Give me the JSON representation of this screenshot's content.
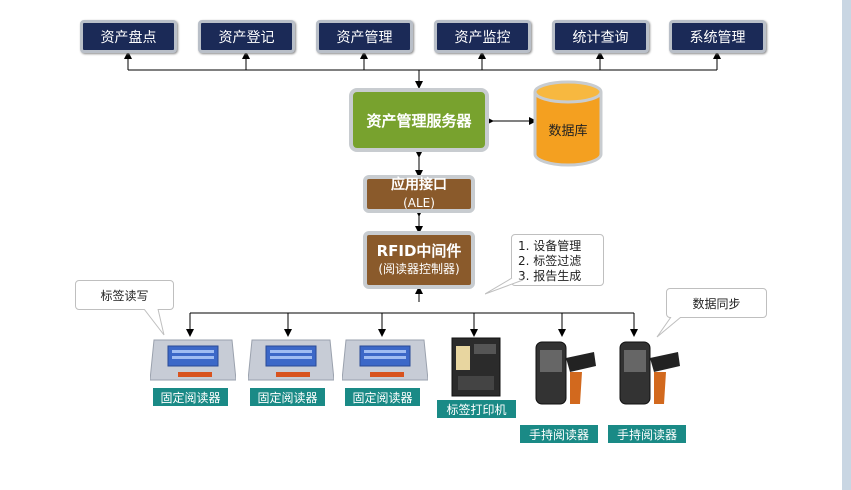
{
  "top_modules": [
    "资产盘点",
    "资产登记",
    "资产管理",
    "资产监控",
    "统计查询",
    "系统管理"
  ],
  "server": "资产管理服务器",
  "database": "数据库",
  "ale": {
    "line1": "应用接口",
    "line2": "(ALE)"
  },
  "middleware": {
    "line1": "RFID中间件",
    "line2": "(阅读器控制器)"
  },
  "features": [
    "1. 设备管理",
    "2. 标签过滤",
    "3. 报告生成"
  ],
  "callouts": {
    "tag_rw": "标签读写",
    "data_sync": "数据同步"
  },
  "devices": [
    "固定阅读器",
    "固定阅读器",
    "固定阅读器",
    "标签打印机",
    "手持阅读器",
    "手持阅读器"
  ],
  "colors": {
    "nav": "#1b2a57",
    "server": "#78a22e",
    "middleware": "#8a5a2b",
    "database": "#f4a020",
    "label": "#1a8a86"
  }
}
